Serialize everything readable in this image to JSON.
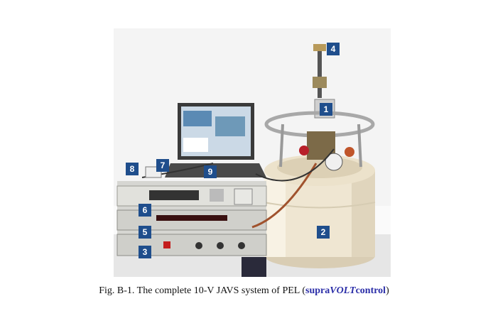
{
  "figure": {
    "labels": [
      {
        "id": "1",
        "text": "1"
      },
      {
        "id": "2",
        "text": "2"
      },
      {
        "id": "3",
        "text": "3"
      },
      {
        "id": "4",
        "text": "4"
      },
      {
        "id": "5",
        "text": "5"
      },
      {
        "id": "6",
        "text": "6"
      },
      {
        "id": "7",
        "text": "7"
      },
      {
        "id": "8",
        "text": "8"
      },
      {
        "id": "9",
        "text": "9"
      }
    ],
    "label_color": "#1f4e8c"
  },
  "caption": {
    "prefix": "Fig. B-1.  The complete 10-V JAVS system of PEL (",
    "brand_part1": "supra",
    "brand_part2": "VOLT",
    "brand_part3": "control",
    "suffix": ")",
    "brand_color": "#2b2ea8"
  }
}
